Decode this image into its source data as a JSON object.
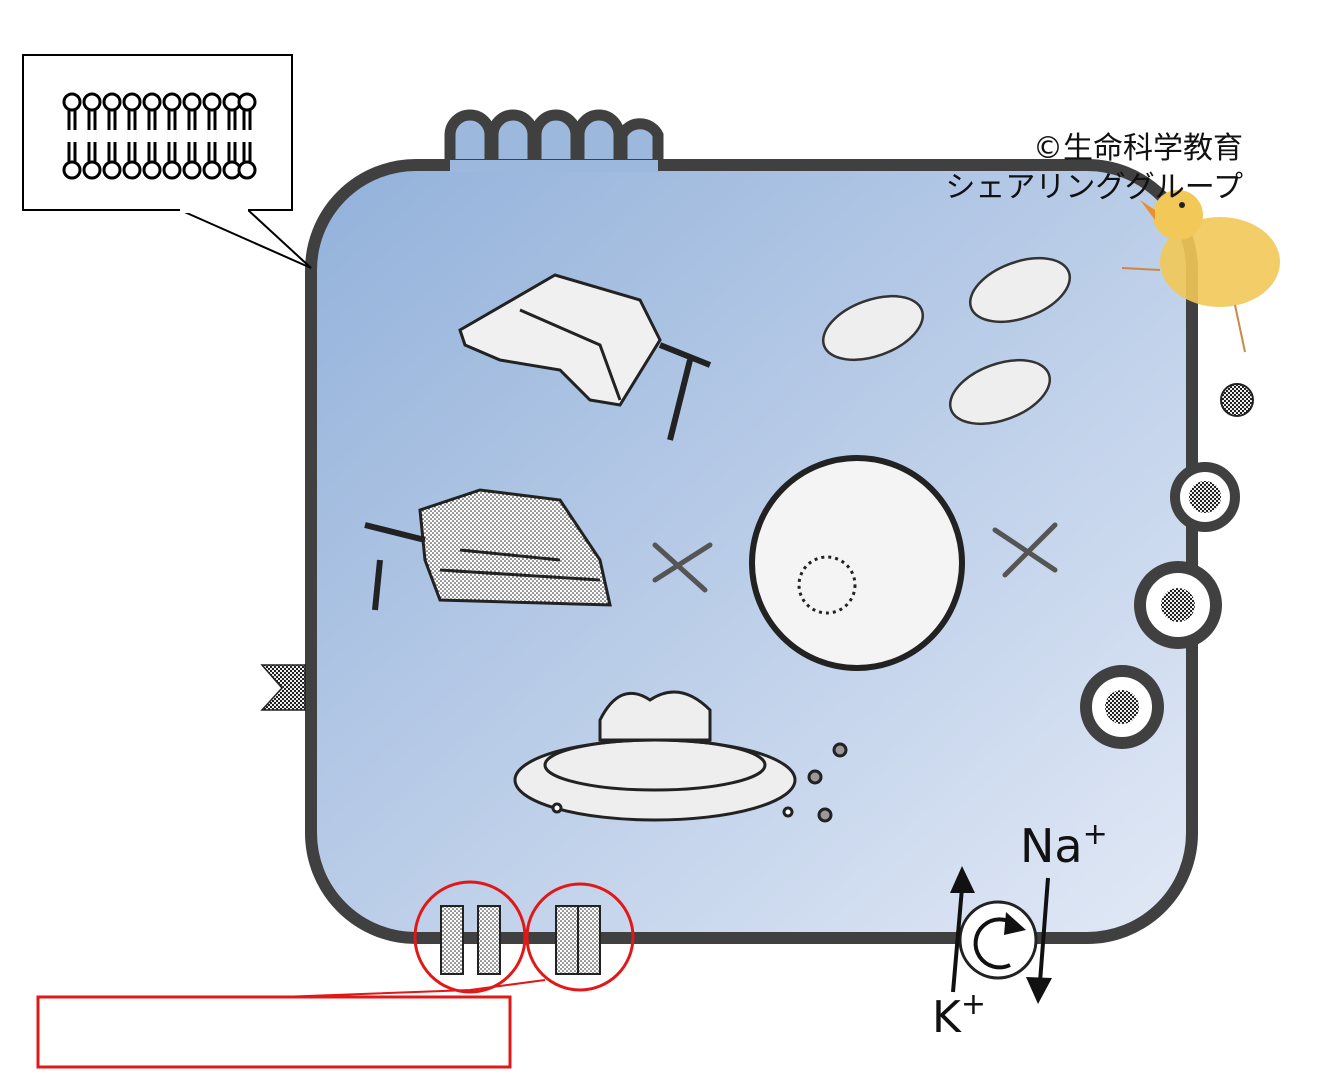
{
  "credit": {
    "line1": "©生命科学教育",
    "line2": "シェアリンググループ"
  },
  "pump": {
    "na_label": "Na",
    "k_label": "K",
    "charge": "+"
  },
  "answer_box": {
    "text": ""
  },
  "colors": {
    "membrane": "#404040",
    "cytoplasm_start": "#92b1da",
    "cytoplasm_end": "#e2e9f6",
    "highlight": "#e01818"
  }
}
